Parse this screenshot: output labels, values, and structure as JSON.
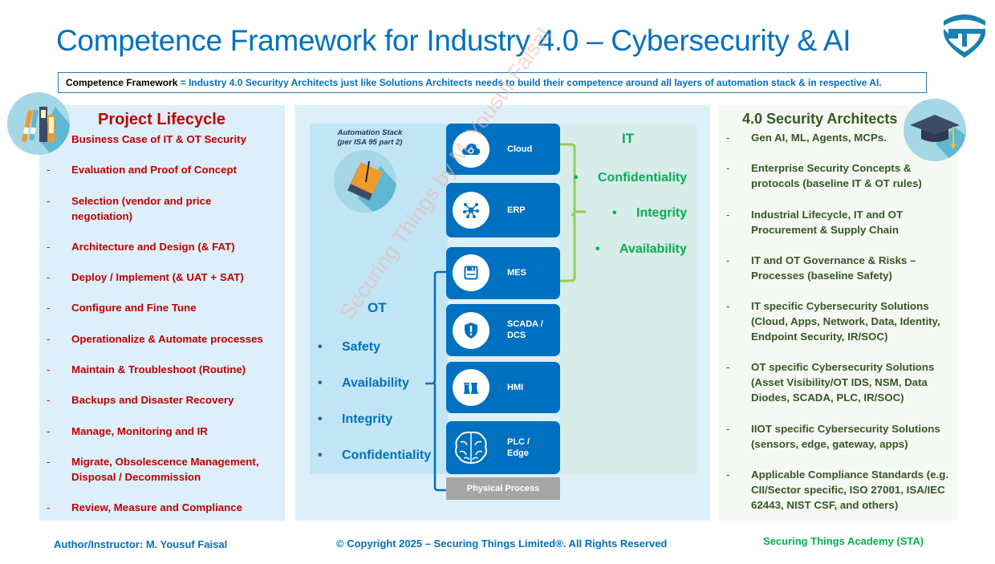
{
  "header": {
    "title": "Competence Framework for Industry 4.0 – Cybersecurity & AI",
    "logo": "securing-things-shield-logo",
    "definition_key": "Competence Framework",
    "definition_value": " = Industry 4.0 Securityy Architects just like Solutions Architects needs to build their competence around all layers of automation stack & in respective AI."
  },
  "colors": {
    "brand_blue": "#0070c0",
    "lifecycle_red": "#c00000",
    "it_green": "#00b050",
    "architect_green": "#375623",
    "physical_gray": "#a6a6a6"
  },
  "project_lifecycle": {
    "title": "Project Lifecycle",
    "icon": "books-icon",
    "items": [
      "Business Case of IT & OT Security",
      "Evaluation and Proof of Concept",
      "Selection (vendor and price negotiation)",
      "Architecture and Design (& FAT)",
      "Deploy / Implement (& UAT + SAT)",
      "Configure and Fine Tune",
      "Operationalize & Automate processes",
      "Maintain & Troubleshoot (Routine)",
      "Backups and Disaster Recovery",
      "Manage, Monitoring and IR",
      "Migrate, Obsolescence Management, Disposal / Decommission",
      "Review, Measure and Compliance"
    ]
  },
  "automation_stack": {
    "label_line1": "Automation Stack",
    "label_line2": "(per ISA 95 part 2)",
    "icon": "notebook-pen-icon",
    "layers": [
      {
        "label": "Cloud",
        "icon": "cloud-globe-icon"
      },
      {
        "label": "ERP",
        "icon": "network-hub-icon"
      },
      {
        "label": "MES",
        "icon": "floppy-disk-icon"
      },
      {
        "label": "SCADA / DCS",
        "icon": "shield-alert-icon"
      },
      {
        "label": "HMI",
        "icon": "factory-cooling-tower-icon"
      },
      {
        "label": "PLC / Edge",
        "icon": "brain-icon"
      }
    ],
    "physical_process": "Physical Process",
    "ot": {
      "title": "OT",
      "items": [
        "Safety",
        "Availability",
        "Integrity",
        "Confidentiality"
      ]
    },
    "it": {
      "title": "IT",
      "items": [
        "Confidentiality",
        "Integrity",
        "Availability"
      ]
    },
    "watermark": "Securing Things by M. Yousuf Faisal"
  },
  "security_architects": {
    "title": "4.0 Security Architects",
    "icon": "graduation-cap-icon",
    "items": [
      "Gen AI, ML, Agents, MCPs.",
      "Enterprise Security Concepts & protocols (baseline IT & OT rules)",
      "Industrial Lifecycle, IT and OT Procurement & Supply Chain",
      "IT and OT Governance & Risks – Processes (baseline Safety)",
      "IT specific Cybersecurity Solutions (Cloud, Apps, Network, Data, Identity, Endpoint Security, IR/SOC)",
      "OT specific Cybersecurity Solutions (Asset Visibility/OT IDS, NSM, Data Diodes, SCADA, PLC, IR/SOC)",
      "IIOT specific Cybersecurity Solutions (sensors, edge, gateway, apps)",
      "Applicable Compliance Standards (e.g. CII/Sector specific, ISO 27001, ISA/IEC 62443, NIST CSF, and others)"
    ]
  },
  "footer": {
    "author": "Author/Instructor: M. Yousuf Faisal",
    "copyright": "© Copyright 2025 – Securing Things Limited®. All Rights Reserved",
    "academy": "Securing Things Academy (STA)"
  }
}
